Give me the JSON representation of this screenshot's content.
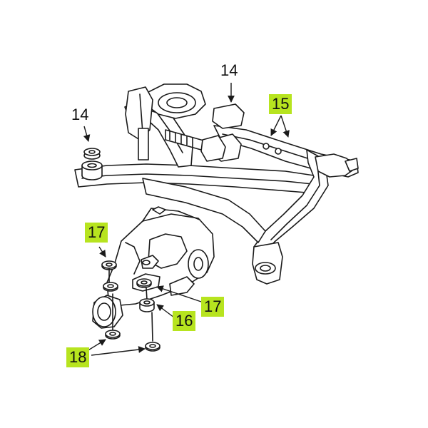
{
  "colors": {
    "highlight": "#b7e41f",
    "line": "#1a1a1a",
    "background": "#ffffff"
  },
  "callouts": {
    "subframe_upper": "14",
    "subframe_left": "14",
    "mount_upper": "15",
    "diff_top": "17",
    "diff_right": "17",
    "diff_mount": "16",
    "diff_lower": "18"
  }
}
